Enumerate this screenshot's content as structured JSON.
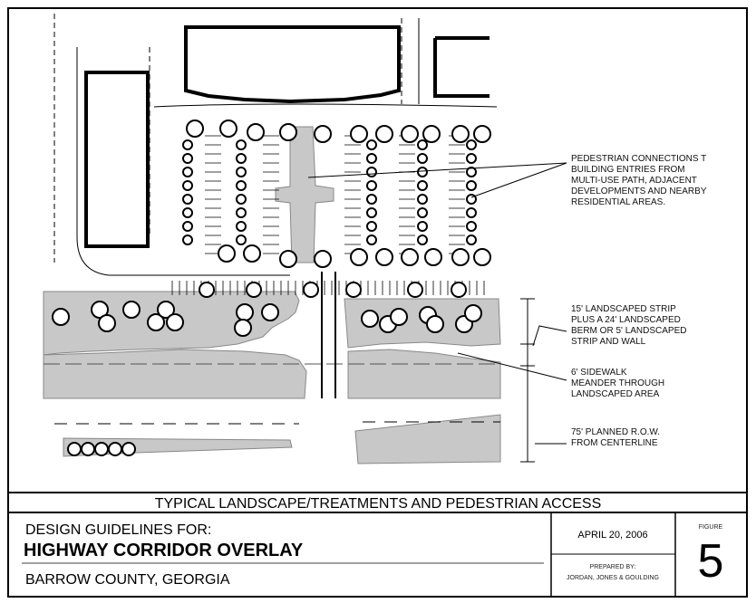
{
  "diagram": {
    "annotations": [
      {
        "lines": [
          "PEDESTRIAN CONNECTIONS T",
          "BUILDING ENTRIES FROM",
          "MULTI-USE PATH, ADJACENT",
          "DEVELOPMENTS AND NEARBY",
          "RESIDENTIAL AREAS."
        ]
      },
      {
        "lines": [
          "15' LANDSCAPED STRIP",
          "PLUS A 24' LANDSCAPED",
          "BERM OR 5' LANDSCAPED",
          "STRIP AND WALL"
        ]
      },
      {
        "lines": [
          "6' SIDEWALK",
          "MEANDER THROUGH",
          "LANDSCAPED AREA"
        ]
      },
      {
        "lines": [
          "75' PLANNED R.O.W.",
          "FROM CENTERLINE"
        ]
      }
    ]
  },
  "caption": "TYPICAL LANDSCAPE/TREATMENTS AND PEDESTRIAN ACCESS",
  "title_block": {
    "line1": "DESIGN GUIDELINES FOR:",
    "line2": "HIGHWAY CORRIDOR OVERLAY",
    "line3": "BARROW COUNTY, GEORGIA",
    "date": "APRIL 20, 2006",
    "prepared_by_label": "PREPARED BY:",
    "prepared_by": "JORDAN, JONES & GOULDING",
    "figure_label": "FIGURE",
    "figure_number": "5"
  },
  "colors": {
    "landscape_fill": "#c8c8c8",
    "line": "#000000",
    "tree_fill": "#ffffff"
  }
}
